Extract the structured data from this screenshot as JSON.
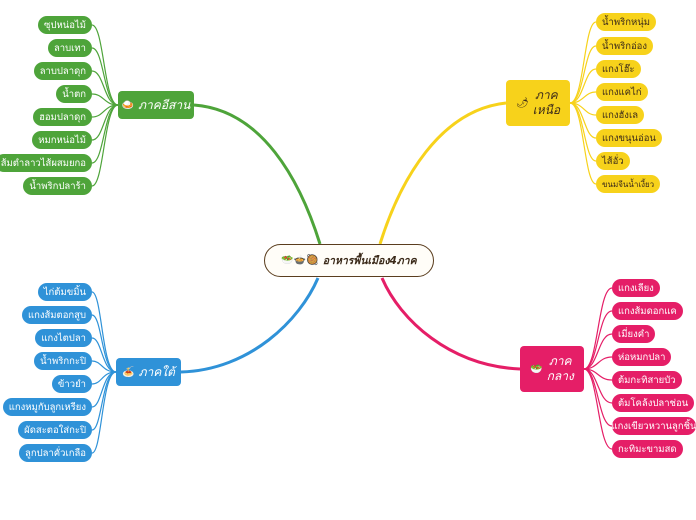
{
  "center": {
    "emoji": "🥗🍲🥘",
    "label": "อาหารพื้นเมือง4ภาค"
  },
  "branches": {
    "isan": {
      "icon": "🍛",
      "label": "ภาคอีสาน",
      "color": "#4ea43a",
      "items": [
        "ซุปหน่อไม้",
        "ลาบเทา",
        "ลาบปลาดุก",
        "น้ำตก",
        "ฮอมปลาดุก",
        "หมกหน่อไม้",
        "ส้มตำลาวไส้ผสมยกอ",
        "น้ำพริกปลาร้า"
      ]
    },
    "tai": {
      "icon": "🍝",
      "label": "ภาคใต้",
      "color": "#2f92d8",
      "items": [
        "ไก่ต้มขมิ้น",
        "แกงส้มตอกสูบ",
        "แกงไตปลา",
        "น้ำพริกกะปิ",
        "ข้าวยำ",
        "แกงหมูกับลูกเหรียง",
        "ผัดสะตอใส่กะปิ",
        "ลูกปลาคั่วเกลือ"
      ]
    },
    "nuea": {
      "icon": "🌶",
      "label_line1": "ภาค",
      "label_line2": "เหนือ",
      "color": "#f7d21b",
      "items": [
        "น้ำพริกหนุ่ม",
        "น้ำพริกอ่อง",
        "แกงโฮ๊ะ",
        "แกงแคไก่",
        "แกงฮังเล",
        "แกงขนุนอ่อน",
        "ไส้อั่ว",
        "ขนมจีนน้ำเงี้ยว"
      ]
    },
    "klang": {
      "icon": "🥗",
      "label_line1": "ภาค",
      "label_line2": "กลาง",
      "color": "#e51e67",
      "items": [
        "แกงเลียง",
        "แกงส้มดอกแค",
        "เมี่ยงคำ",
        "ห่อหมกปลา",
        "ต้มกะทิสายบัว",
        "ต้มโคล้งปลาช่อน",
        "แกงเขียวหวานลูกชิ้น",
        "กะทิมะขามสด"
      ]
    }
  }
}
